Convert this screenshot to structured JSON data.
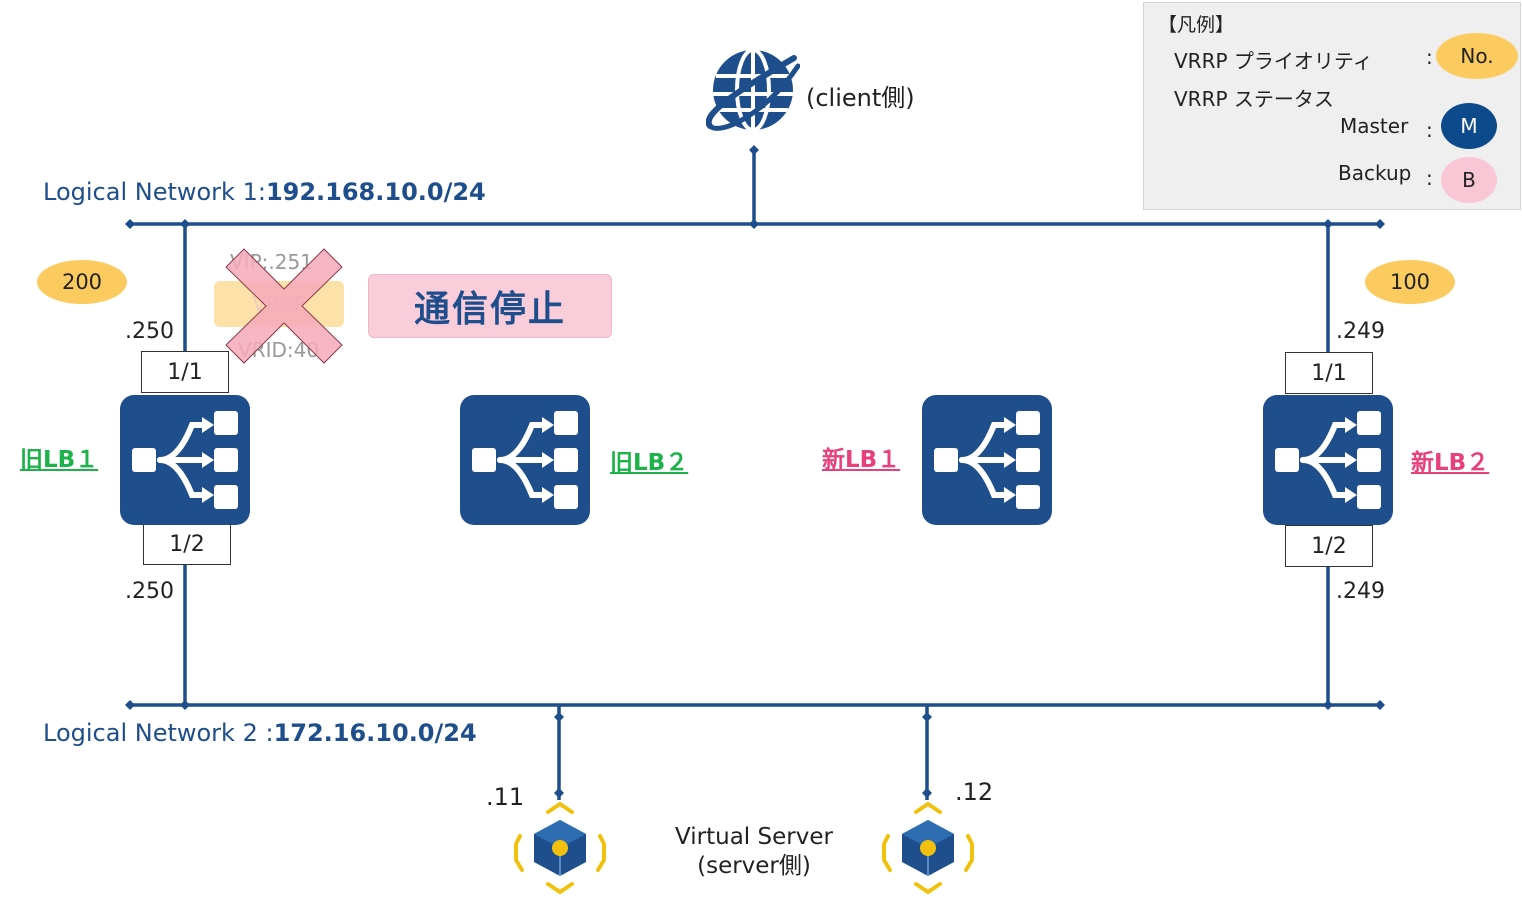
{
  "networks": {
    "net1": {
      "name": "Logical Network 1:",
      "cidr": "192.168.10.0/24"
    },
    "net2": {
      "name": "Logical Network  2 :",
      "cidr": "172.16.10.0/24"
    }
  },
  "client_label": "(client側)",
  "legend": {
    "title": "【凡例】",
    "priority_label": "VRRP プライオリティ",
    "priority_badge": "No.",
    "status_label": "VRRP ステータス",
    "master_label": "Master",
    "master_badge": "M",
    "backup_label": "Backup",
    "backup_badge": "B",
    "colon": ":"
  },
  "old_lb1": {
    "name": "旧LB１",
    "priority": "200",
    "port_top": "1/1",
    "port_bottom": "1/2",
    "ip_top": ".250",
    "ip_bottom": ".250"
  },
  "old_lb2": {
    "name": "旧LB２"
  },
  "new_lb1": {
    "name": "新LB１"
  },
  "new_lb2": {
    "name": "新LB２",
    "priority": "100",
    "port_top": "1/1",
    "port_bottom": "1/2",
    "ip_top": ".249",
    "ip_bottom": ".249"
  },
  "vrrp_group": {
    "vip": "VIP:.251",
    "label": "VRRP",
    "vrid": "VRID:40"
  },
  "stop_label": "通信停止",
  "servers": {
    "label_line1": "Virtual Server",
    "label_line2": "(server側)",
    "server1_ip": ".11",
    "server2_ip": ".12"
  },
  "colors": {
    "network_blue": "#1f4e8c",
    "old_lb_green": "#1db24a",
    "new_lb_pink": "#e8407a",
    "priority_yellow": "#fbcb5f",
    "master_blue": "#0d4a8c",
    "backup_pink": "#f9c6d5",
    "stop_bg": "#f9cdd9"
  },
  "icons": [
    "globe-icon",
    "load-balancer-icon",
    "virtual-server-icon",
    "cross-icon"
  ]
}
